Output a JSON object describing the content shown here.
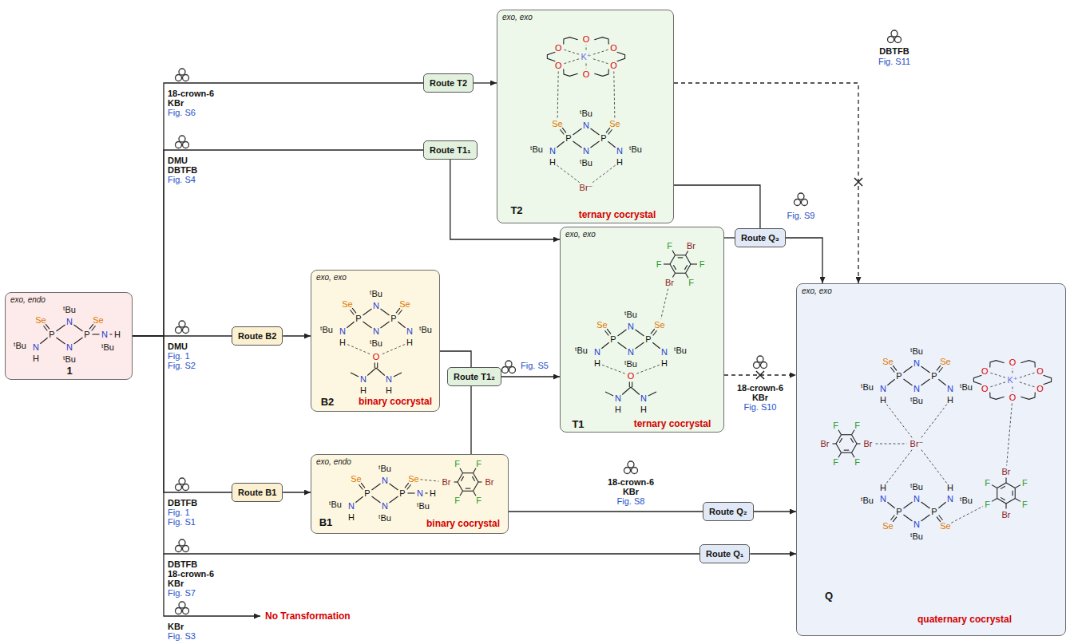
{
  "diagram": {
    "nodes": [
      {
        "text": [
          "exo, endo",
          "ᵗBu",
          "Se",
          "N",
          "Se",
          "ᵗBu",
          "P",
          "P",
          "ᵗBu",
          "N",
          "N",
          "N",
          "H",
          "ᵗBu",
          "H",
          "1"
        ]
      },
      {
        "text": [
          "Route T2"
        ]
      },
      {
        "text": [
          "exo, exo",
          "O",
          "O",
          "O",
          "O",
          "O",
          "O",
          "K⁺",
          "ᵗBu",
          "Se",
          "N",
          "Se",
          "ᵗBu",
          "P",
          "P",
          "ᵗBu",
          "N",
          "N",
          "N",
          "H",
          "ᵗBu",
          "H",
          "Br⁻",
          "T2",
          "ternary cocrystal"
        ]
      },
      {
        "text": [
          "Route T1₁"
        ]
      },
      {
        "text": [
          "Route Q₃"
        ]
      },
      {
        "text": [
          "exo, exo",
          "ᵗBu",
          "Se",
          "N",
          "Se",
          "ᵗBu",
          "P",
          "P",
          "ᵗBu",
          "N",
          "N",
          "N",
          "H",
          "ᵗBu",
          "H",
          "O",
          "N",
          "N",
          "H",
          "H",
          "B2",
          "binary cocrystal"
        ]
      },
      {
        "text": [
          "Route B2"
        ]
      },
      {
        "text": [
          "Route T1₂"
        ]
      },
      {
        "text": [
          "exo, exo",
          "Br",
          "F",
          "F",
          "Br",
          "F",
          "F",
          "ᵗBu",
          "Se",
          "N",
          "Se",
          "ᵗBu",
          "P",
          "P",
          "ᵗBu",
          "N",
          "N",
          "N",
          "H",
          "ᵗBu",
          "H",
          "O",
          "N",
          "N",
          "H",
          "H",
          "T1",
          "ternary cocrystal"
        ]
      },
      {
        "text": [
          "Route B1"
        ]
      },
      {
        "text": [
          "exo, endo",
          "ᵗBu",
          "Se",
          "N",
          "Se",
          "ᵗBu",
          "P",
          "P",
          "ᵗBu",
          "N",
          "N",
          "N",
          "H",
          "ᵗBu",
          "H",
          "Br",
          "F",
          "F",
          "Br",
          "F",
          "F",
          "B1",
          "binary cocrystal"
        ]
      },
      {
        "text": [
          "Route Q₂"
        ]
      },
      {
        "text": [
          "Route Q₁"
        ]
      },
      {
        "text": [
          "exo, exo",
          "ᵗBu",
          "Se",
          "N",
          "Se",
          "ᵗBu",
          "P",
          "P",
          "ᵗBu",
          "N",
          "N",
          "N",
          "H",
          "ᵗBu",
          "H",
          "Br",
          "F",
          "F",
          "Br",
          "F",
          "F",
          "Br⁻",
          "O",
          "O",
          "O",
          "O",
          "O",
          "O",
          "K⁺",
          "ᵗBu",
          "Se",
          "N",
          "Se",
          "ᵗBu",
          "P",
          "P",
          "ᵗBu",
          "N",
          "N",
          "N",
          "H",
          "ᵗBu",
          "H",
          "Br",
          "F",
          "F",
          "Br",
          "F",
          "F",
          "Q",
          "quaternary cocrystal"
        ]
      }
    ],
    "edges": [
      {
        "from": 0,
        "to": 1,
        "arrow": "none"
      },
      {
        "from": 0,
        "to": 3,
        "arrow": "none"
      },
      {
        "from": 0,
        "to": 6,
        "arrow": "none"
      },
      {
        "from": 0,
        "to": 9,
        "arrow": "none"
      },
      {
        "from": 0,
        "to": 12,
        "arrow": "none"
      },
      {
        "from": 1,
        "to": 2,
        "arrow": "to"
      },
      {
        "from": 3,
        "to": 8,
        "arrow": "to"
      },
      {
        "from": 6,
        "to": 5,
        "arrow": "to"
      },
      {
        "from": 9,
        "to": 10,
        "arrow": "to"
      },
      {
        "from": 5,
        "to": 7,
        "arrow": "none"
      },
      {
        "from": 10,
        "to": 7,
        "arrow": "none"
      },
      {
        "from": 7,
        "to": 8,
        "arrow": "to"
      },
      {
        "from": 2,
        "to": 4,
        "arrow": "none"
      },
      {
        "from": 8,
        "to": 4,
        "arrow": "none"
      },
      {
        "from": 4,
        "to": 13,
        "arrow": "to"
      },
      {
        "from": 10,
        "to": 11,
        "arrow": "none"
      },
      {
        "from": 11,
        "to": 13,
        "arrow": "to"
      },
      {
        "from": 12,
        "to": 13,
        "arrow": "to"
      },
      {
        "from": 2,
        "to": 13,
        "arrow": "to"
      },
      {
        "from": 8,
        "to": 13,
        "arrow": "to"
      }
    ],
    "labels": [
      "18-crown-6",
      "KBr",
      "Fig. S6",
      "DMU",
      "DBTFB",
      "Fig. S4",
      "DMU",
      "Fig. 1",
      "Fig. S2",
      "DBTFB",
      "Fig. 1",
      "Fig. S1",
      "DBTFB",
      "18-crown-6",
      "KBr",
      "Fig. S7",
      "KBr",
      "Fig. S3",
      "No Transformation",
      "Fig. S5",
      "Fig. S9",
      "DBTFB",
      "Fig. S11",
      "18-crown-6",
      "KBr",
      "Fig. S10",
      "18-crown-6",
      "KBr",
      "Fig. S8"
    ]
  }
}
